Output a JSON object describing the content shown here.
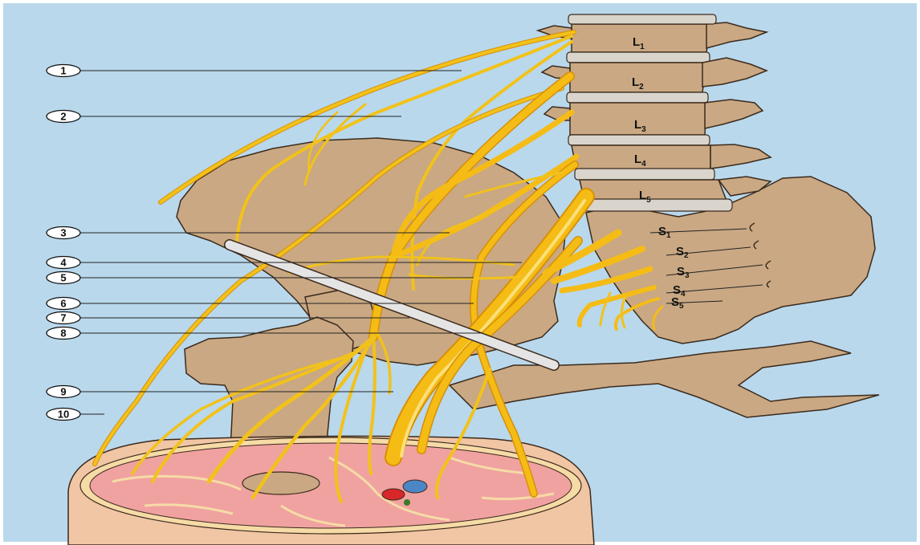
{
  "colors": {
    "background": "#b9d8ec",
    "bone": "#c9a883",
    "bone_stroke": "#3b2a1c",
    "disc": "#d9d4cc",
    "nerve": "#f2b20f",
    "nerve_dark": "#d88f06",
    "muscle": "#f0a2a0",
    "skin": "#f1c6a4",
    "artery": "#d8262a",
    "vein": "#4d86c6",
    "ligament": "#e4e4e4"
  },
  "callouts": [
    {
      "id": "callout-1",
      "label": "1"
    },
    {
      "id": "callout-2",
      "label": "2"
    },
    {
      "id": "callout-3",
      "label": "3"
    },
    {
      "id": "callout-4",
      "label": "4"
    },
    {
      "id": "callout-5",
      "label": "5"
    },
    {
      "id": "callout-6",
      "label": "6"
    },
    {
      "id": "callout-7",
      "label": "7"
    },
    {
      "id": "callout-8",
      "label": "8"
    },
    {
      "id": "callout-9",
      "label": "9"
    },
    {
      "id": "callout-10",
      "label": "10"
    }
  ],
  "vertebra_labels": [
    {
      "letter": "L",
      "sub": "1"
    },
    {
      "letter": "L",
      "sub": "2"
    },
    {
      "letter": "L",
      "sub": "3"
    },
    {
      "letter": "L",
      "sub": "4"
    },
    {
      "letter": "L",
      "sub": "5"
    }
  ],
  "sacral_labels": [
    {
      "letter": "S",
      "sub": "1"
    },
    {
      "letter": "S",
      "sub": "2"
    },
    {
      "letter": "S",
      "sub": "3"
    },
    {
      "letter": "S",
      "sub": "4"
    },
    {
      "letter": "S",
      "sub": "5"
    }
  ]
}
